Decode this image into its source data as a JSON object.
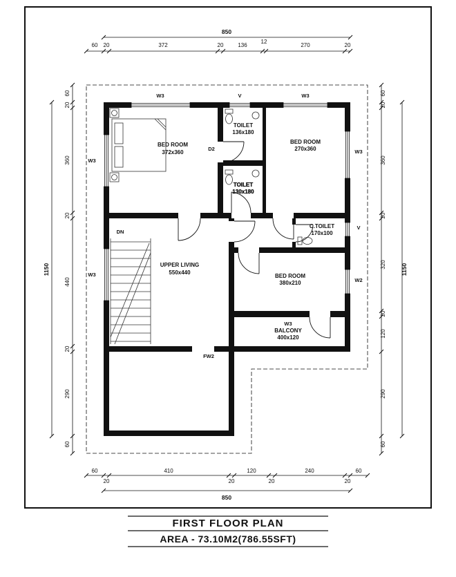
{
  "title_block": {
    "title": "FIRST  FLOOR PLAN",
    "area": "AREA - 73.10M2(786.55SFT)"
  },
  "dimensions": {
    "top": {
      "overall": "850",
      "segments": [
        "60",
        "20",
        "372",
        "20",
        "136",
        "12",
        "270",
        "20"
      ]
    },
    "bottom": {
      "overall": "850",
      "primary": [
        "60",
        "410",
        "120",
        "240",
        "60"
      ],
      "secondary": [
        "20",
        "20",
        "20",
        "20"
      ]
    },
    "left": {
      "overall": "1150",
      "segments": [
        "60",
        "20",
        "360",
        "20",
        "440",
        "20",
        "290",
        "60"
      ]
    },
    "right": {
      "overall": "1150",
      "segments": [
        "60",
        "20",
        "360",
        "20",
        "320",
        "20",
        "120",
        "290",
        "60"
      ]
    }
  },
  "rooms": {
    "bedroom1": {
      "name": "BED ROOM",
      "size": "372x360"
    },
    "toilet1": {
      "name": "TOILET",
      "size": "136x180"
    },
    "bedroom2": {
      "name": "BED ROOM",
      "size": "270x360"
    },
    "toilet2": {
      "name": "TOILET",
      "size": "130x180"
    },
    "ctoilet": {
      "name": "C.TOILET",
      "size": "170x100"
    },
    "living": {
      "name": "UPPER LIVING",
      "size": "550x440"
    },
    "bedroom3": {
      "name": "BED ROOM",
      "size": "380x210"
    },
    "balcony": {
      "name": "BALCONY",
      "size": "400x120"
    }
  },
  "marks": {
    "w3": "W3",
    "w2": "W2",
    "v": "V",
    "dn": "DN",
    "d2": "D2",
    "fw2": "FW2"
  }
}
